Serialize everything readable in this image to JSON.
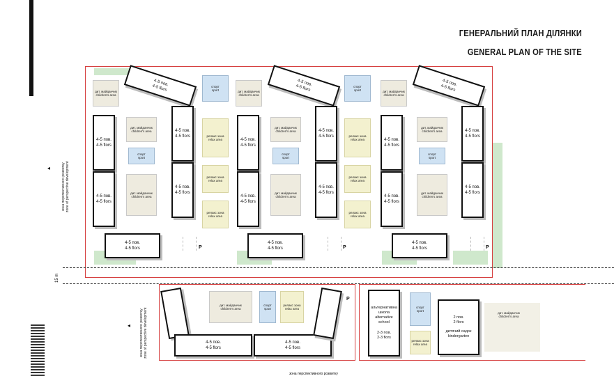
{
  "header": {
    "title_ua": "ГЕНЕРАЛЬНИЙ ПЛАН ДІЛЯНКИ",
    "title_en": "GENERAL PLAN OF THE SITE"
  },
  "labels": {
    "floors_ua": "4-5 пов.",
    "floors_en": "4-5 florѕ",
    "kids_ua": "дит. майданчик",
    "kids_en": "children's area",
    "sport_ua": "спорт",
    "sport_en": "sport",
    "relax_ua": "релакс зона",
    "relax_en": "relax area",
    "parking": "P",
    "zone_ua": "зона перспективного розвитку",
    "zone_en": "zone of perspective development",
    "road_width": "15 m",
    "school_ua": "альтернативна школа",
    "school_en": "alternative school",
    "school_floors_ua": "2-3 пов.",
    "school_floors_en": "2-3 florѕ",
    "kg_ua": "дитячий садок",
    "kg_en": "kindergarten",
    "kg_floors_ua": "2 пов.",
    "kg_floors_en": "2 florѕ",
    "bottom_zone": "зона перспективного розвитку"
  },
  "colors": {
    "boundary": "#d64040",
    "building_outline": "#111111",
    "green": "#a9d6a3",
    "sport": "#cfe2f3",
    "relax": "#f3f1cf",
    "kids": "#eeebdf"
  }
}
